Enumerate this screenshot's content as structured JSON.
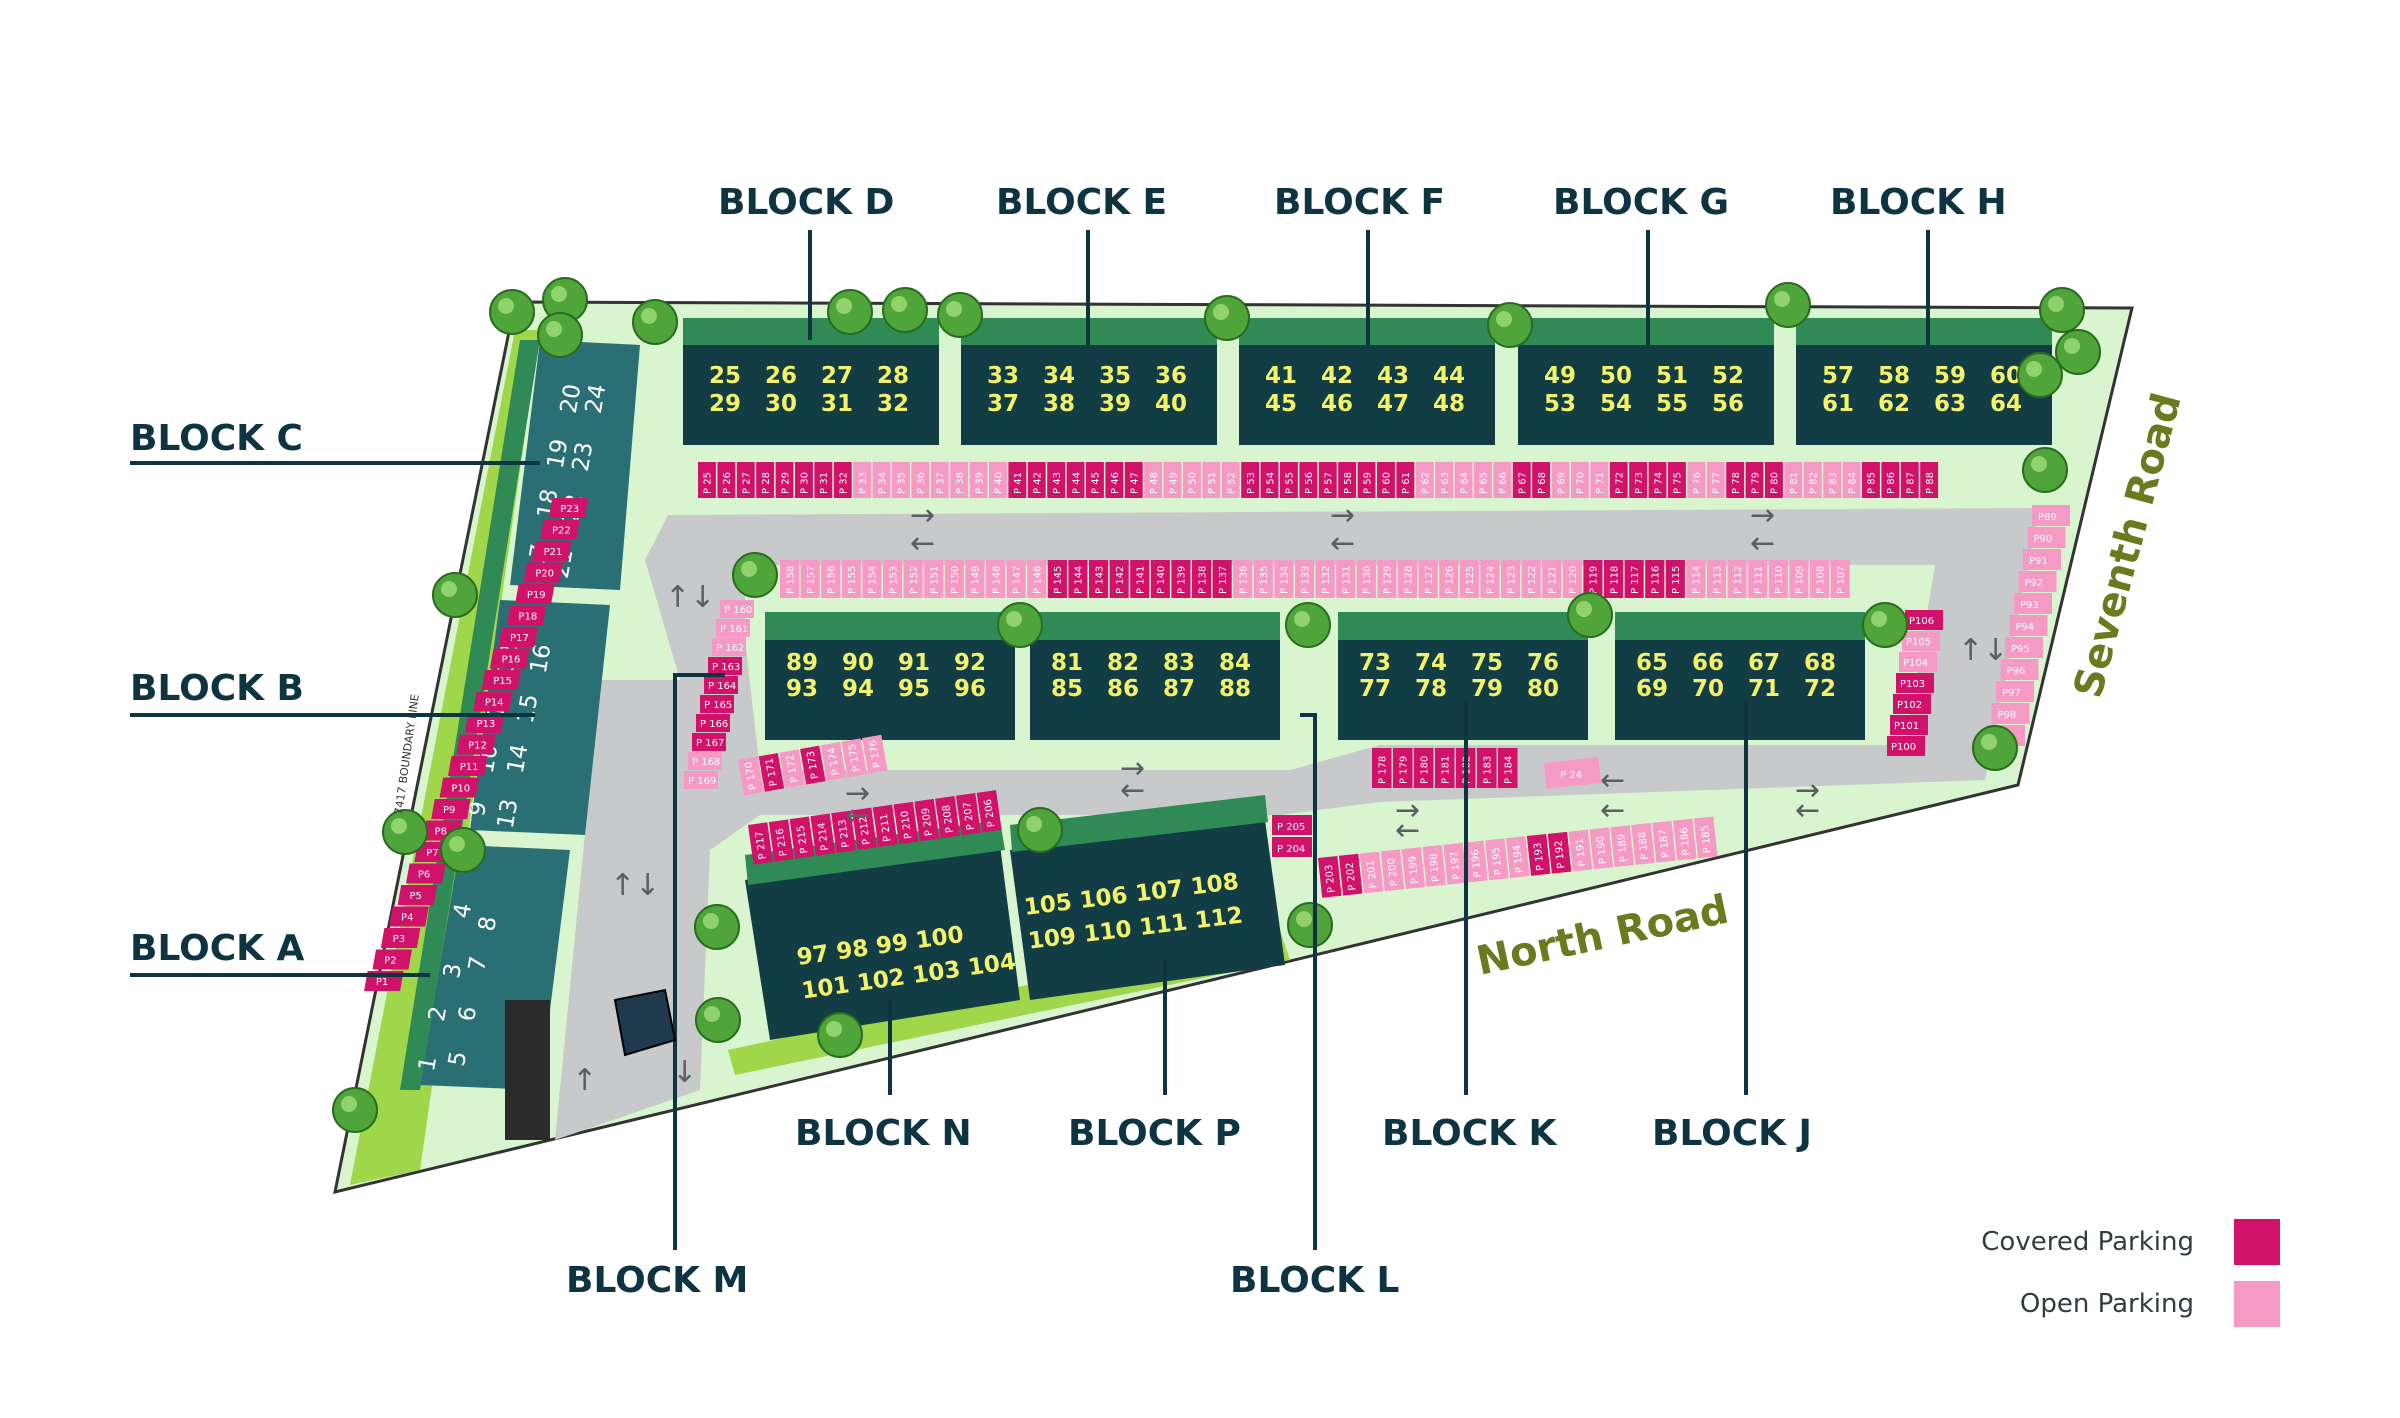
{
  "colors": {
    "covered": "#d0126a",
    "open": "#f59ac4",
    "building": "#123d45",
    "roof": "#2f8a55",
    "lawn": "#d8f5cf",
    "road": "#c8c9cb",
    "lime": "#9fd64a",
    "label": "#0d3440",
    "road_label": "#6a7a1f",
    "unit_text": "#f3f26a"
  },
  "blocks": {
    "A": "BLOCK A",
    "B": "BLOCK B",
    "C": "BLOCK C",
    "D": "BLOCK D",
    "E": "BLOCK E",
    "F": "BLOCK F",
    "G": "BLOCK G",
    "H": "BLOCK H",
    "J": "BLOCK J",
    "K": "BLOCK K",
    "L": "BLOCK L",
    "M": "BLOCK M",
    "N": "BLOCK N",
    "P": "BLOCK P"
  },
  "roads": {
    "seventh": "Seventh Road",
    "north": "North Road"
  },
  "units": {
    "top": [
      [
        "25 26 27 28",
        "29 30 31 32"
      ],
      [
        "33 34 35 36",
        "37 38 39 40"
      ],
      [
        "41 42 43 44",
        "45 46 47 48"
      ],
      [
        "49 50 51 52",
        "53 54 55 56"
      ],
      [
        "57 58 59 60",
        "61 62 63 64"
      ]
    ],
    "middle": [
      [
        "89 90 91 92",
        "93 94 95 96"
      ],
      [
        "81 82 83 84",
        "85 86 87 88"
      ],
      [
        "73 74 75 76",
        "77 78 79 80"
      ],
      [
        "65 66 67 68",
        "69 70 71 72"
      ]
    ],
    "bottom": [
      [
        "97 98 99 100",
        "101 102 103 104"
      ],
      [
        "105 106 107 108",
        "109 110 111 112"
      ]
    ],
    "left": [
      "1",
      "2",
      "3",
      "4",
      "5",
      "6",
      "7",
      "8",
      "9",
      "10",
      "11",
      "12",
      "13",
      "14",
      "15",
      "16",
      "17",
      "18",
      "19",
      "20",
      "21",
      "22",
      "23",
      "24"
    ]
  },
  "legend": {
    "covered": "Covered Parking",
    "open": "Open Parking"
  },
  "boundary_text": "7417 BOUNDARY LINE"
}
